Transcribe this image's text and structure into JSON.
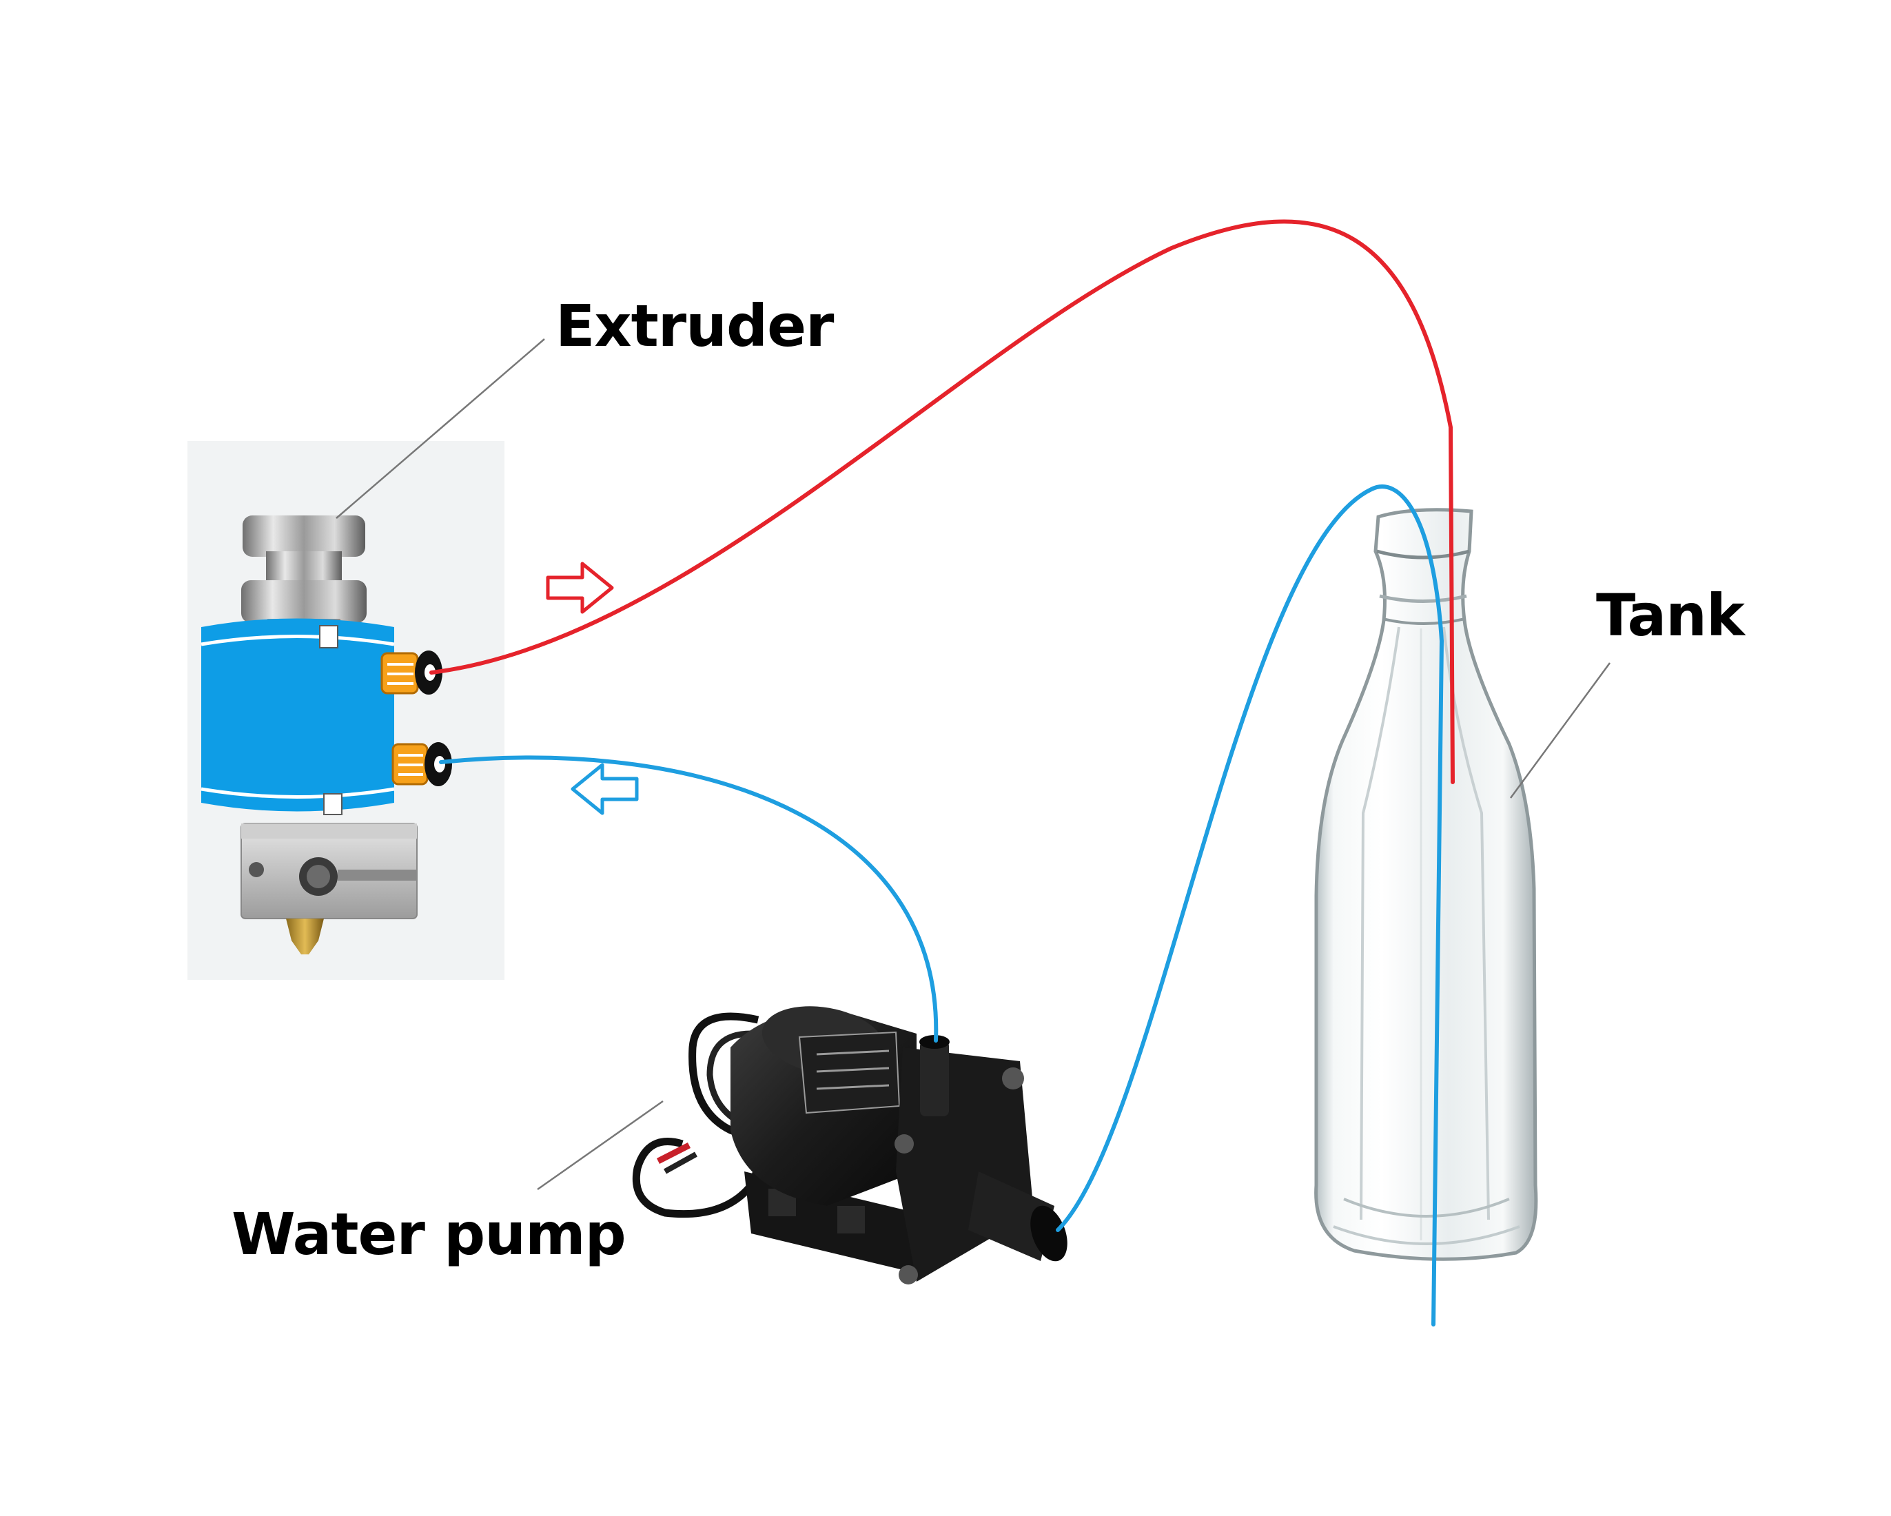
{
  "labels": {
    "extruder": "Extruder",
    "tank": "Tank",
    "water_pump": "Water pump"
  },
  "colors": {
    "hot_line": "#e5232b",
    "cool_line": "#1e9ee0",
    "extruder_body": "#0e9de6",
    "fitting": "#f7a11a",
    "leader_line": "#777777"
  },
  "icons": {
    "flow_out": "arrow-right-outline-red",
    "flow_in": "arrow-left-outline-blue"
  }
}
